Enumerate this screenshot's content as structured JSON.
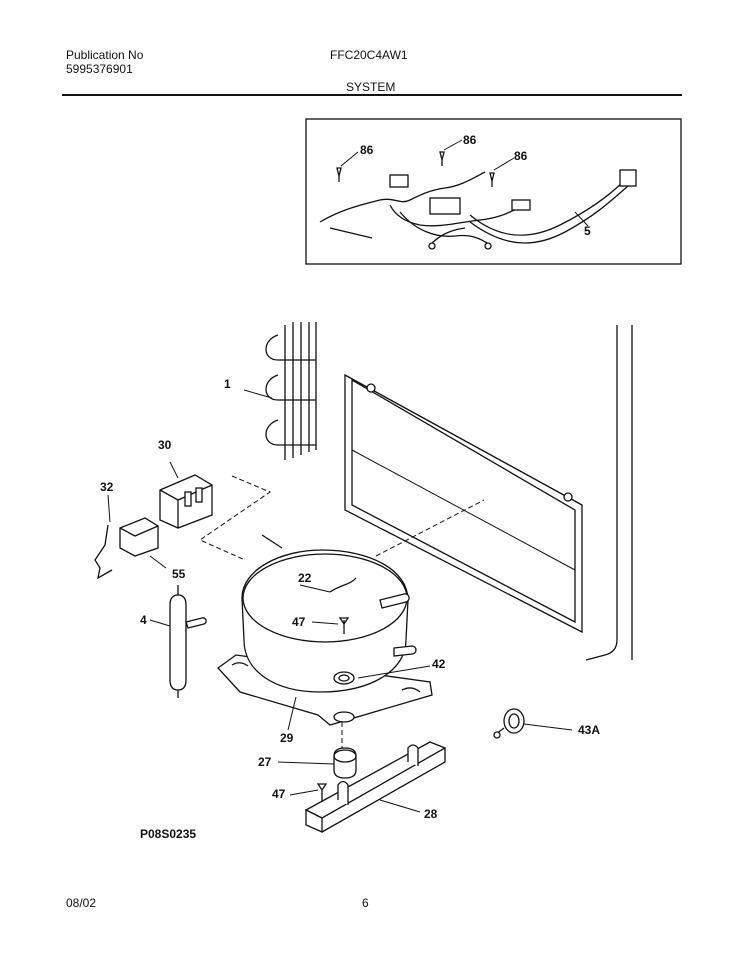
{
  "header": {
    "pub_label": "Publication No",
    "pub_number": "5995376901",
    "model": "FFC20C4AW1",
    "section": "SYSTEM"
  },
  "footer": {
    "date": "08/02",
    "page": "6"
  },
  "diagram": {
    "figure_code": "P08S0235",
    "callouts": {
      "c86a": "86",
      "c86b": "86",
      "c86c": "86",
      "c5": "5",
      "c1": "1",
      "c30": "30",
      "c32": "32",
      "c55": "55",
      "c22": "22",
      "c47a": "47",
      "c42": "42",
      "c4": "4",
      "c29": "29",
      "c43a": "43A",
      "c27": "27",
      "c47b": "47",
      "c28": "28"
    }
  }
}
